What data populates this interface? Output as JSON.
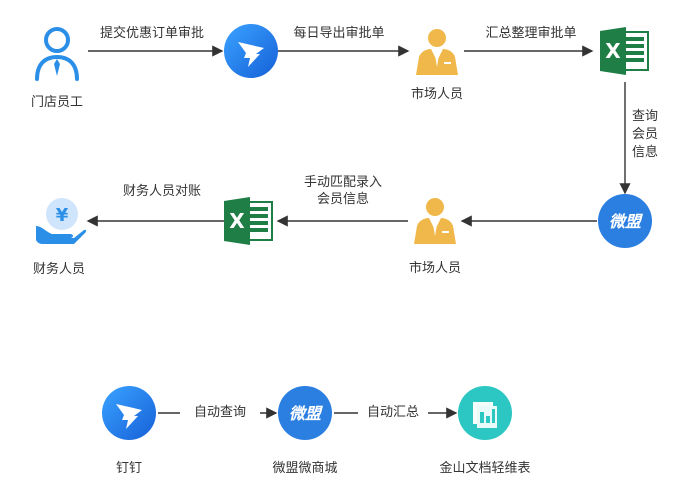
{
  "nodes": {
    "store_employee": "门店员工",
    "market_staff_top": "市场人员",
    "market_staff_mid": "市场人员",
    "finance_staff": "财务人员",
    "dingtalk": "钉钉",
    "weimeng_shop": "微盟微商城",
    "jinshan_sheet": "金山文档轻维表"
  },
  "edges": {
    "submit_approval": "提交优惠订单审批",
    "daily_export": "每日导出审批单",
    "summarize": "汇总整理审批单",
    "query_member": [
      "查询",
      "会员",
      "信息"
    ],
    "manual_match": [
      "手动匹配录入",
      "会员信息"
    ],
    "reconcile": "财务人员对账",
    "auto_query": "自动查询",
    "auto_summary": "自动汇总"
  },
  "icons": {
    "weimeng_text": "微盟",
    "excel_letter": "X",
    "yuan_symbol": "¥"
  },
  "colors": {
    "blue": "#2b8fe8",
    "dark_blue": "#1a5fc8",
    "gold": "#f0b84a",
    "excel_green": "#1e7e45",
    "teal": "#2cc7c2"
  }
}
